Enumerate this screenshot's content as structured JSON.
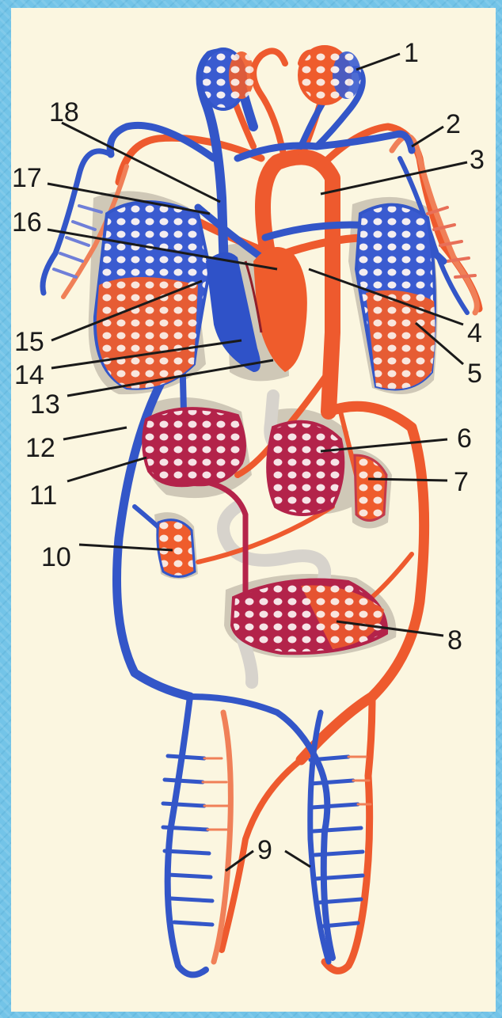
{
  "diagram": {
    "labels": [
      "1",
      "2",
      "3",
      "4",
      "5",
      "6",
      "7",
      "8",
      "9",
      "10",
      "11",
      "12",
      "13",
      "14",
      "15",
      "16",
      "17",
      "18"
    ]
  },
  "colors": {
    "artery": "#ee5a2e",
    "artery_light": "#f29070",
    "vein": "#3356c8",
    "vein_light": "#6f8fe0",
    "mixed": "#b5244a",
    "shadow": "#c9c3b3",
    "paper": "#fbf6e0",
    "border": "#73c4e8"
  }
}
